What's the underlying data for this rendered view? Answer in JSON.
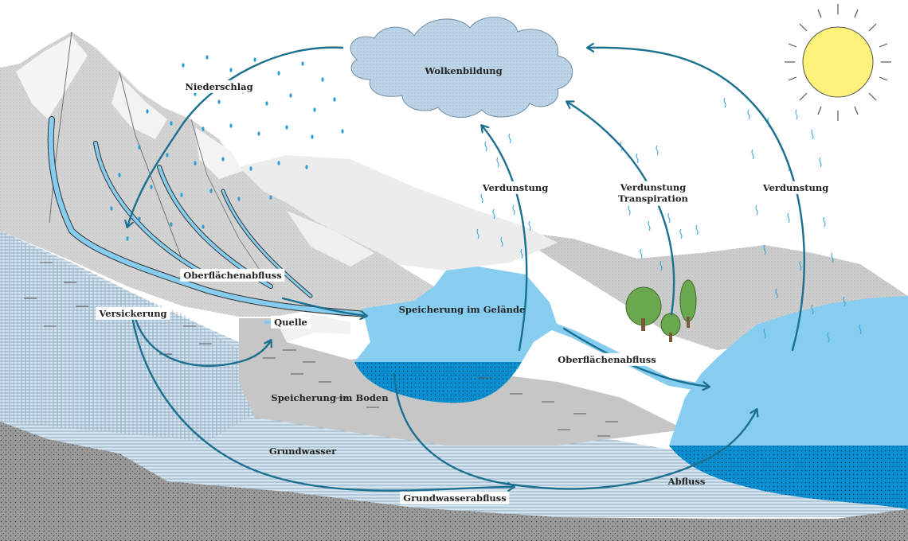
{
  "labels": {
    "cloud_formation": "Wolkenbildung",
    "precipitation": "Niederschlag",
    "surface_runoff_mountain": "Oberflächenabfluss",
    "infiltration": "Versickerung",
    "spring": "Quelle",
    "surface_storage": "Speicherung im Gelände",
    "soil_storage": "Speicherung im Boden",
    "groundwater": "Grundwasser",
    "groundwater_outflow": "Grundwasserabfluss",
    "outflow": "Abfluss",
    "surface_runoff_lake": "Oberflächenabfluss",
    "evaporation_left": "Verdunstung",
    "evapotranspiration_line1": "Verdunstung",
    "evapotranspiration_line2": "Transpiration",
    "evaporation_right": "Verdunstung"
  },
  "colors": {
    "arrow": "#1b6f8f",
    "water": "#86cdf0",
    "deep_water": "#0a8fd0",
    "sky_rain": "#2a9fd6",
    "mountain": "#d2d2d2",
    "bedrock": "#8c8c8c",
    "soil": "#c4c4c4",
    "sun": "#fff27a",
    "tree": "#6aa84f"
  }
}
